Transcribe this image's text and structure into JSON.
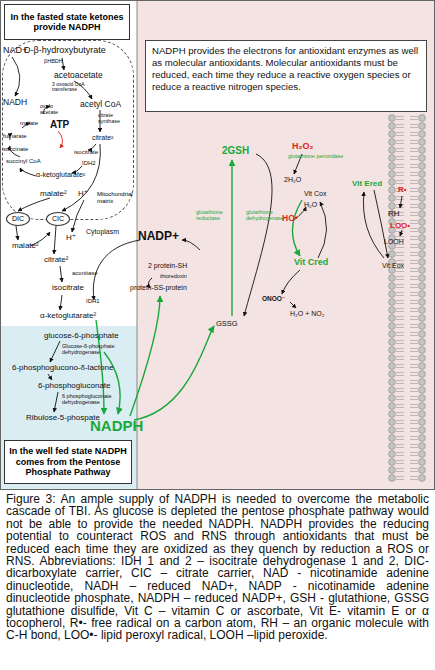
{
  "diagram": {
    "caption": "Figure 3: An ample supply of NADPH is needed to overcome the metabolic cascade of TBI. As glucose is depleted the pentose phosphate pathway would not be able to provide the needed NADPH. NADPH provides the reducing potential to counteract ROS and RNS through antioxidants that must be reduced each time they are oxidized as they quench by reduction a ROS or RNS. Abbreviations: IDH 1 and 2 – isocitrate dehydrogenase 1 and 2, DIC-dicarboxylate carrier, CIC – citrate carrier, NAD - nicotinamide adenine dinucleotide, NADH – reduced NAD+, NADP - nicotinamide adenine dinucleotide phosphate, NADPH – reduced NADP+, GSH - glutathione, GSSG glutathione disulfide, Vit C – vitamin C or ascorbate, Vit E- vitamin E or α tocopherol, R•- free radical on a carbon atom, RH – an organic molecule with C-H bond, LOO•- lipid peroxyl radical, LOOH –lipid peroxide.",
    "nodes": [
      {
        "text": [
          "In the fasted state ketones provide NADPH"
        ]
      },
      {
        "text": [
          "NADPH provides the electrons for antioxidant enzymes as well as molecular antioxidants. Molecular antioxidants must be reduced, each time they reduce a reactive oxygen species or reduce a reactive nitrogen species."
        ]
      },
      {
        "text": [
          "Mitochondrial matrix"
        ]
      },
      {
        "text": [
          "DIC"
        ],
        "in": 2
      },
      {
        "text": [
          "CIC"
        ],
        "in": 2
      },
      {
        "text": [
          "In the well fed state NADPH comes from the Pentose Phosphate Pathway"
        ]
      }
    ],
    "labels": [
      "NAD+",
      "D-β-hydroxybutyrate",
      "βHBDH",
      "acetoacetate",
      "3 oxoacid CoA transferase",
      "NADH",
      "acetyl CoA",
      "oxalo acetate",
      "citrate synthase",
      "malate",
      "ATP",
      "fumarate",
      "citrate²",
      "succinate",
      "isocitrate",
      "succinyl CoA",
      "IDH2",
      "α-ketoglutarate²",
      "malate²",
      "H⁺",
      "Cytoplasm",
      "malate²",
      "H⁺",
      "citrate²",
      "aconitase",
      "isocitrate",
      "IDH1",
      "α-ketoglutarate²",
      "glucose-6-phosphate",
      "Glucose-6-phosphate dehydrogenase",
      "6-phosphoglucono-δ-lactone",
      "6-phosphogluconate",
      "6 phosphogluconate dehydrogenase",
      "Ribulose-5-phospate",
      "NADPH",
      "2GSH",
      "H₂O₂",
      "glutathione peroxidase",
      "2H₂O",
      "Vit Cox",
      "H₂O",
      "HO•",
      "Vit Ered",
      "R•",
      "RH",
      "LOO•",
      "LOOH",
      "Vit Eox",
      "NADP+",
      "glutathione reductase",
      "glutathione dehydrogenase",
      "2 protein-SH",
      "thioredoxin",
      "protein-SS-protein",
      "Vit Cred",
      "ONOO⁻",
      "H₂O + NO₂",
      "GSSG"
    ]
  }
}
